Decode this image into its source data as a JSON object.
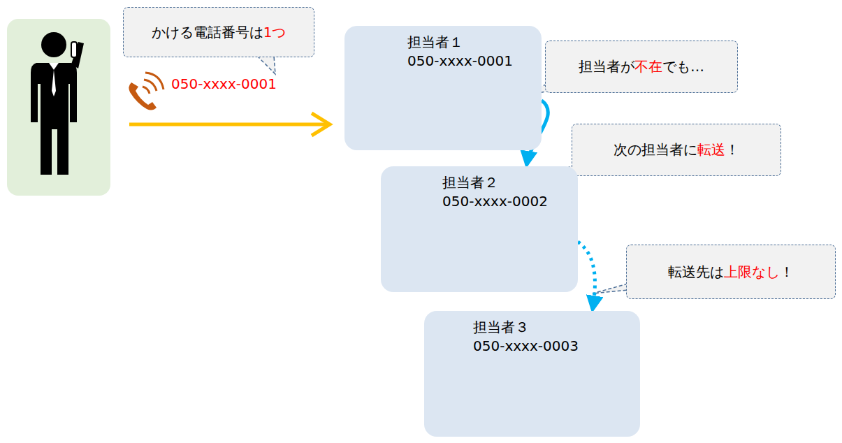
{
  "diagram": {
    "nodes": [
      {
        "text": [
          "かける電話番号は",
          "1つ"
        ]
      },
      {
        "text": [
          "担当者１",
          "050-xxxx-0001"
        ]
      },
      {
        "text": [
          "担当者が",
          "不在",
          "でも…"
        ]
      },
      {
        "text": [
          "次の担当者に",
          "転送",
          "！"
        ]
      },
      {
        "text": [
          "担当者２",
          "050-xxxx-0002"
        ]
      },
      {
        "text": [
          "転送先は",
          "上限なし",
          "！"
        ]
      },
      {
        "text": [
          "担当者３",
          "050-xxxx-0003"
        ]
      }
    ],
    "edges": [
      {
        "from": 1,
        "to": 4,
        "arrow": "to"
      },
      {
        "from": 4,
        "to": 6,
        "arrow": "to"
      }
    ],
    "labels": [
      "050-xxxx-0001"
    ]
  }
}
